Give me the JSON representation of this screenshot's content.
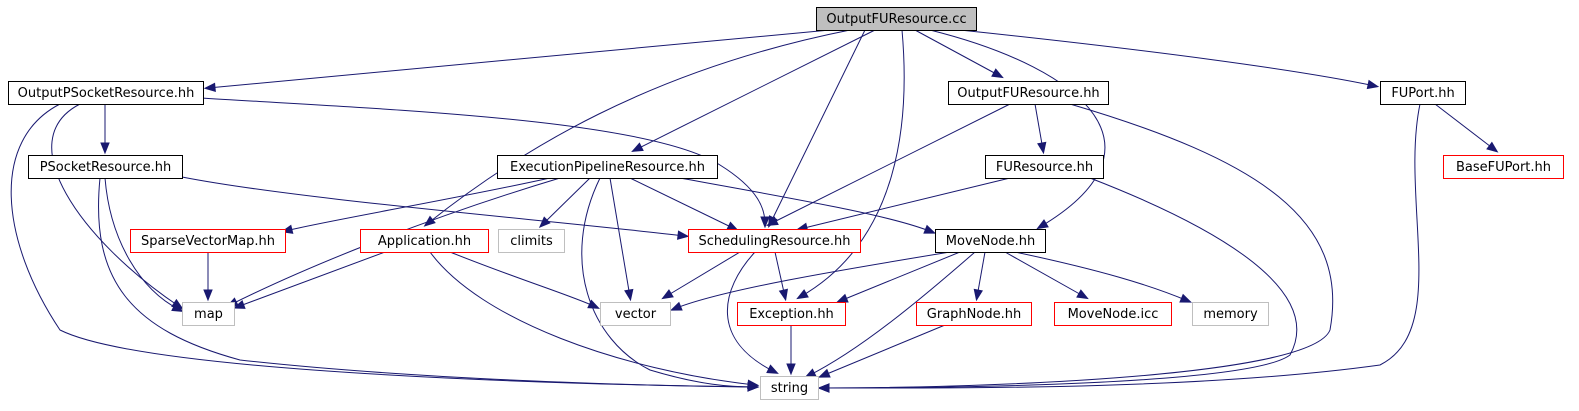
{
  "colors": {
    "edge": "#191970",
    "border_normal": "#000000",
    "border_red": "#ff0000",
    "border_gray": "#bfbfbf",
    "root_fill": "#bfbfbf",
    "fill": "#ffffff"
  },
  "nodes": [
    {
      "id": "root",
      "label": "OutputFUResource.cc",
      "style": "root"
    },
    {
      "id": "opsr",
      "label": "OutputPSocketResource.hh",
      "style": "normal"
    },
    {
      "id": "ofur",
      "label": "OutputFUResource.hh",
      "style": "normal"
    },
    {
      "id": "fup",
      "label": "FUPort.hh",
      "style": "normal"
    },
    {
      "id": "psr",
      "label": "PSocketResource.hh",
      "style": "normal"
    },
    {
      "id": "epr",
      "label": "ExecutionPipelineResource.hh",
      "style": "normal"
    },
    {
      "id": "fur",
      "label": "FUResource.hh",
      "style": "normal"
    },
    {
      "id": "bfup",
      "label": "BaseFUPort.hh",
      "style": "red"
    },
    {
      "id": "svm",
      "label": "SparseVectorMap.hh",
      "style": "red"
    },
    {
      "id": "app",
      "label": "Application.hh",
      "style": "red"
    },
    {
      "id": "climits",
      "label": "climits",
      "style": "gray"
    },
    {
      "id": "sr",
      "label": "SchedulingResource.hh",
      "style": "red"
    },
    {
      "id": "mn",
      "label": "MoveNode.hh",
      "style": "normal"
    },
    {
      "id": "map",
      "label": "map",
      "style": "gray"
    },
    {
      "id": "vector",
      "label": "vector",
      "style": "gray"
    },
    {
      "id": "exc",
      "label": "Exception.hh",
      "style": "red"
    },
    {
      "id": "gn",
      "label": "GraphNode.hh",
      "style": "red"
    },
    {
      "id": "mnicc",
      "label": "MoveNode.icc",
      "style": "red"
    },
    {
      "id": "memory",
      "label": "memory",
      "style": "gray"
    },
    {
      "id": "string",
      "label": "string",
      "style": "gray"
    }
  ],
  "edges": [
    [
      "root",
      "opsr"
    ],
    [
      "root",
      "ofur"
    ],
    [
      "root",
      "fup"
    ],
    [
      "root",
      "epr"
    ],
    [
      "root",
      "app"
    ],
    [
      "root",
      "sr"
    ],
    [
      "root",
      "mn"
    ],
    [
      "root",
      "exc"
    ],
    [
      "opsr",
      "psr"
    ],
    [
      "opsr",
      "map"
    ],
    [
      "opsr",
      "string"
    ],
    [
      "opsr",
      "sr"
    ],
    [
      "psr",
      "map"
    ],
    [
      "psr",
      "string"
    ],
    [
      "psr",
      "sr"
    ],
    [
      "ofur",
      "fur"
    ],
    [
      "ofur",
      "sr"
    ],
    [
      "ofur",
      "string"
    ],
    [
      "fup",
      "bfup"
    ],
    [
      "fup",
      "string"
    ],
    [
      "fur",
      "sr"
    ],
    [
      "fur",
      "string"
    ],
    [
      "epr",
      "svm"
    ],
    [
      "epr",
      "map"
    ],
    [
      "epr",
      "climits"
    ],
    [
      "epr",
      "vector"
    ],
    [
      "epr",
      "string"
    ],
    [
      "epr",
      "sr"
    ],
    [
      "epr",
      "mn"
    ],
    [
      "svm",
      "map"
    ],
    [
      "app",
      "map"
    ],
    [
      "app",
      "vector"
    ],
    [
      "app",
      "string"
    ],
    [
      "sr",
      "vector"
    ],
    [
      "sr",
      "exc"
    ],
    [
      "sr",
      "string"
    ],
    [
      "mn",
      "vector"
    ],
    [
      "mn",
      "exc"
    ],
    [
      "mn",
      "gn"
    ],
    [
      "mn",
      "mnicc"
    ],
    [
      "mn",
      "memory"
    ],
    [
      "mn",
      "string"
    ],
    [
      "exc",
      "string"
    ],
    [
      "gn",
      "string"
    ]
  ]
}
